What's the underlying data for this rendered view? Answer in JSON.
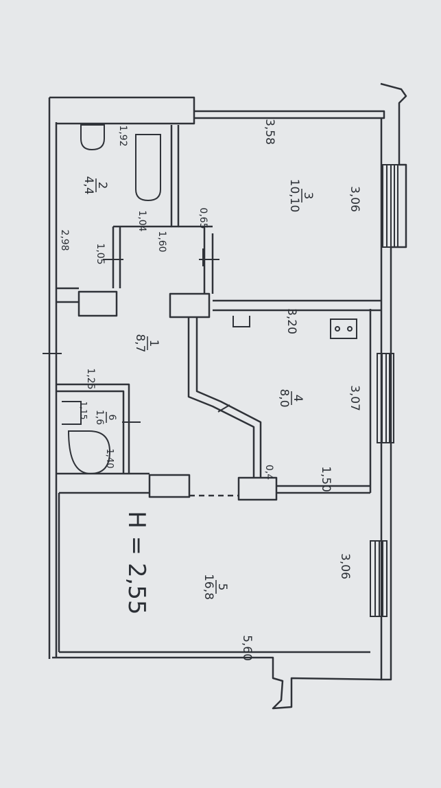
{
  "plan": {
    "ceiling_height": "H = 2,55",
    "rooms": [
      {
        "number": "1",
        "area": "8,7"
      },
      {
        "number": "2",
        "area": "4,4"
      },
      {
        "number": "3",
        "area": "10,10"
      },
      {
        "number": "4",
        "area": "8,0"
      },
      {
        "number": "5",
        "area": "16,8"
      },
      {
        "number": "6",
        "area": "1,6"
      }
    ],
    "dims": {
      "d358": "3,58",
      "d306a": "3,06",
      "d192": "1,92",
      "d104": "1,04",
      "d065": "0,65",
      "d298": "2,98",
      "d105": "1,05",
      "d160": "1,60",
      "d320": "3,20",
      "d307": "3,07",
      "d125": "1,25",
      "d115": "1,15",
      "d140": "1,40",
      "d04": "0,4",
      "d150": "1,50",
      "d306b": "3,06",
      "d560": "5,60"
    }
  }
}
